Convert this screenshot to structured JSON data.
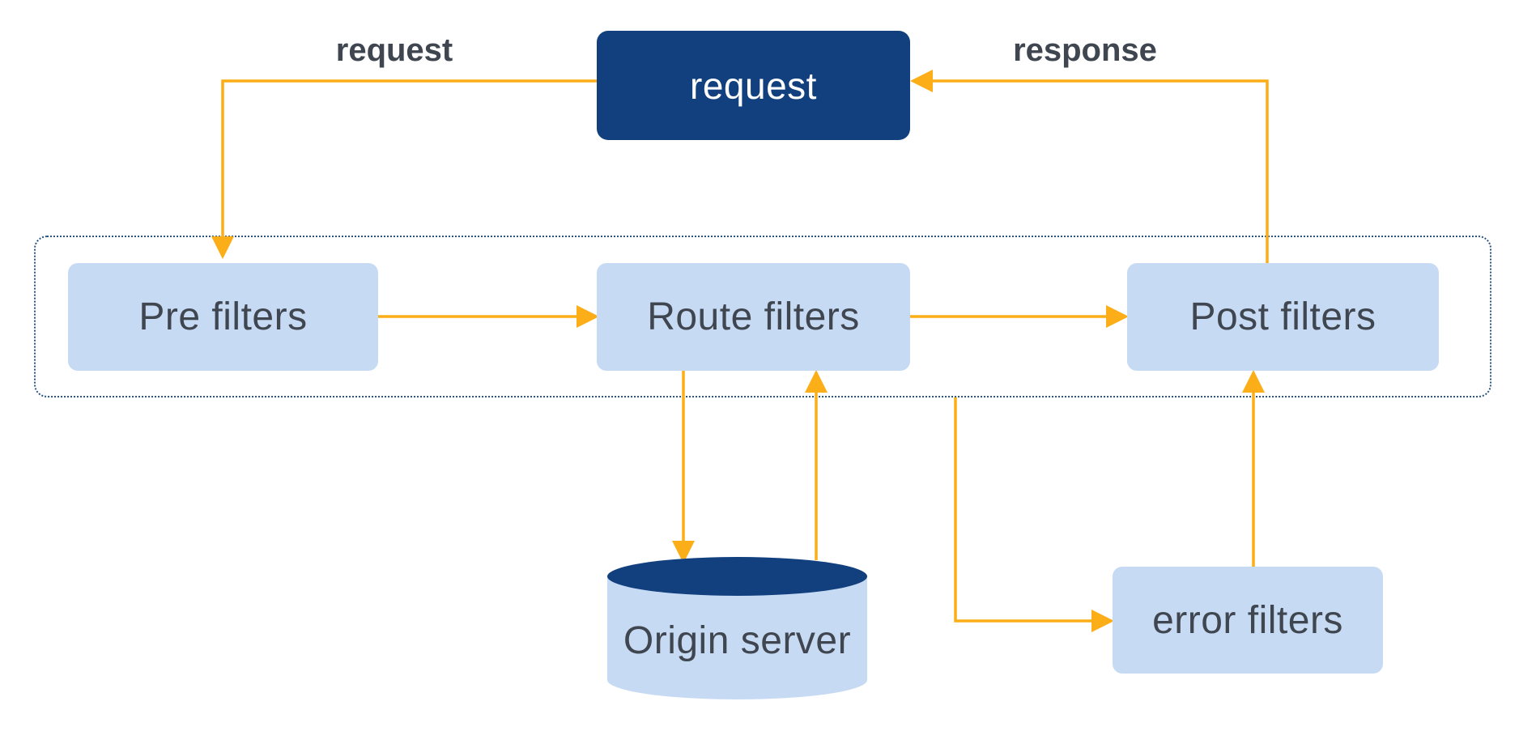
{
  "diagram": {
    "nodes": {
      "request_box": {
        "label": "request"
      },
      "pre_filters": {
        "label": "Pre filters"
      },
      "route_filters": {
        "label": "Route filters"
      },
      "post_filters": {
        "label": "Post filters"
      },
      "origin_server": {
        "label": "Origin server"
      },
      "error_filters": {
        "label": "error filters"
      }
    },
    "edge_labels": {
      "request": "request",
      "response": "response"
    },
    "edges": [
      {
        "from": "request_box",
        "to": "pre_filters",
        "label": "request"
      },
      {
        "from": "pre_filters",
        "to": "route_filters",
        "label": ""
      },
      {
        "from": "route_filters",
        "to": "post_filters",
        "label": ""
      },
      {
        "from": "route_filters",
        "to": "origin_server",
        "label": ""
      },
      {
        "from": "origin_server",
        "to": "route_filters",
        "label": ""
      },
      {
        "from": "filter_container",
        "to": "error_filters",
        "label": ""
      },
      {
        "from": "error_filters",
        "to": "post_filters",
        "label": ""
      },
      {
        "from": "post_filters",
        "to": "request_box",
        "label": "response"
      }
    ],
    "colors": {
      "navy": "#12407E",
      "light_blue": "#C7DAF4",
      "orange": "#FBAE17",
      "text_gray": "#3F4650",
      "dotted_border": "#2B5580",
      "background": "#FFFFFF"
    }
  }
}
